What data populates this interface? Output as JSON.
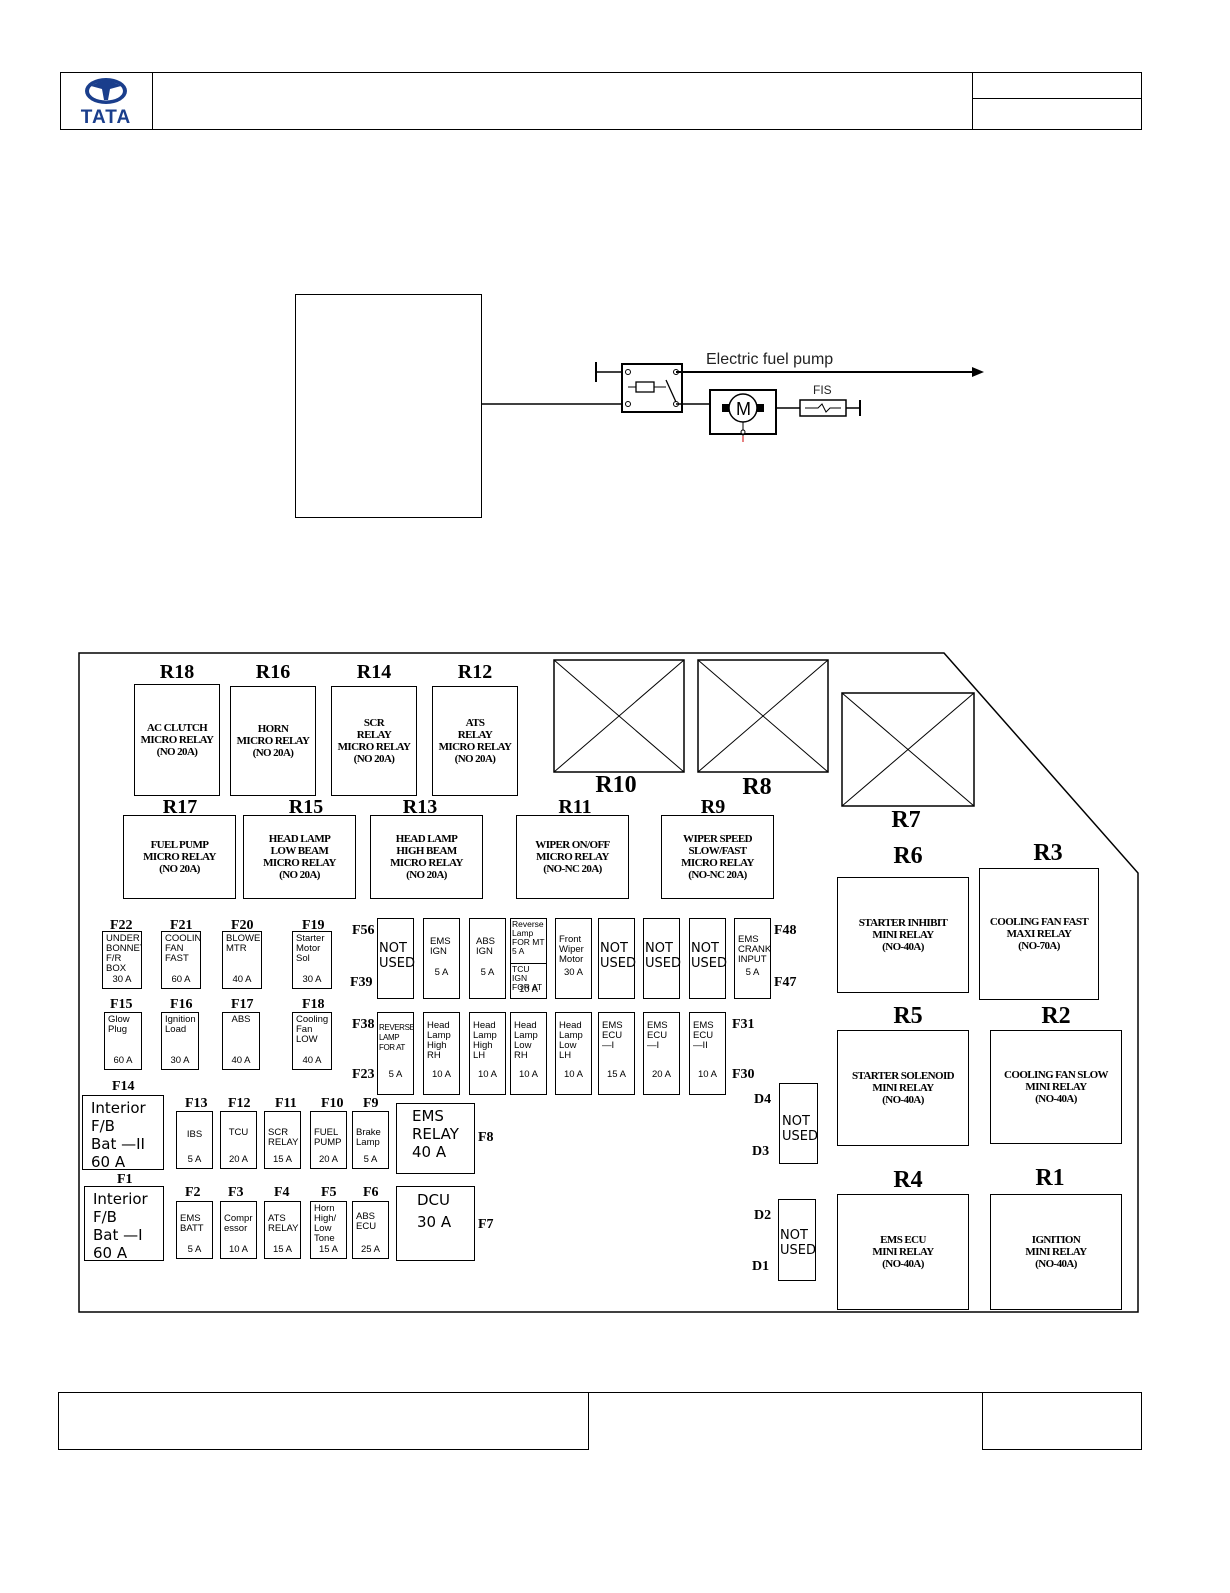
{
  "header": {
    "logo_text": "TATA"
  },
  "circuit": {
    "label_pump": "Electric fuel pump",
    "label_fuse": "FIS",
    "motor_symbol": "M"
  },
  "relays": {
    "R18": {
      "id": "R18",
      "desc": "AC CLUTCH\nMICRO RELAY\n(NO 20A)"
    },
    "R16": {
      "id": "R16",
      "desc": "HORN\nMICRO RELAY\n(NO 20A)"
    },
    "R14": {
      "id": "R14",
      "desc": "SCR\nRELAY\nMICRO RELAY\n(NO 20A)"
    },
    "R12": {
      "id": "R12",
      "desc": "ATS\nRELAY\nMICRO RELAY\n(NO 20A)"
    },
    "R17": {
      "id": "R17",
      "desc": "FUEL PUMP\nMICRO RELAY\n(NO 20A)"
    },
    "R15": {
      "id": "R15",
      "desc": "HEAD LAMP\nLOW BEAM\nMICRO RELAY\n(NO 20A)"
    },
    "R13": {
      "id": "R13",
      "desc": "HEAD LAMP\nHIGH BEAM\nMICRO RELAY\n(NO 20A)"
    },
    "R11": {
      "id": "R11",
      "desc": "WIPER ON/OFF\nMICRO RELAY\n(NO-NC 20A)"
    },
    "R9": {
      "id": "R9",
      "desc": "WIPER SPEED\nSLOW/FAST\nMICRO RELAY\n(NO-NC 20A)"
    },
    "R10": {
      "id": "R10"
    },
    "R8": {
      "id": "R8"
    },
    "R7": {
      "id": "R7"
    },
    "R6": {
      "id": "R6",
      "desc": "STARTER INHIBIT\nMINI RELAY\n(NO-40A)"
    },
    "R3": {
      "id": "R3",
      "desc": "COOLING FAN FAST\nMAXI RELAY\n(NO-70A)"
    },
    "R5": {
      "id": "R5",
      "desc": "STARTER SOLENOID\nMINI RELAY\n(NO-40A)"
    },
    "R2": {
      "id": "R2",
      "desc": "COOLING FAN SLOW\nMINI RELAY\n(NO-40A)"
    },
    "R4": {
      "id": "R4",
      "desc": "EMS ECU\nMINI RELAY\n(NO-40A)"
    },
    "R1": {
      "id": "R1",
      "desc": "IGNITION\nMINI RELAY\n(NO-40A)"
    }
  },
  "fuses_left": {
    "F22": {
      "id": "F22",
      "desc": "UNDER\nBONNET\nF/R\nBOX",
      "amp": "30 A"
    },
    "F21": {
      "id": "F21",
      "desc": "COOLING\nFAN\nFAST",
      "amp": "60 A"
    },
    "F20": {
      "id": "F20",
      "desc": "BLOWER\nMTR",
      "amp": "40 A"
    },
    "F19": {
      "id": "F19",
      "desc": "Starter\nMotor\nSol",
      "amp": "30 A"
    },
    "F15": {
      "id": "F15",
      "desc": "Glow\nPlug",
      "amp": "60 A"
    },
    "F16": {
      "id": "F16",
      "desc": "Ignition\nLoad",
      "amp": "30 A"
    },
    "F17": {
      "id": "F17",
      "desc": "ABS",
      "amp": "40 A"
    },
    "F18": {
      "id": "F18",
      "desc": "Cooling\nFan\nLOW",
      "amp": "40 A"
    }
  },
  "fuses_small": {
    "F13": {
      "id": "F13",
      "desc": "IBS",
      "amp": "5 A"
    },
    "F12": {
      "id": "F12",
      "desc": "TCU",
      "amp": "20 A"
    },
    "F11": {
      "id": "F11",
      "desc": "SCR\nRELAY",
      "amp": "15 A"
    },
    "F10": {
      "id": "F10",
      "desc": "FUEL\nPUMP",
      "amp": "20 A"
    },
    "F9": {
      "id": "F9",
      "desc": "Brake\nLamp",
      "amp": "5 A"
    },
    "F2": {
      "id": "F2",
      "desc": "EMS\nBATT",
      "amp": "5 A"
    },
    "F3": {
      "id": "F3",
      "desc": "Compr\nessor",
      "amp": "10 A"
    },
    "F4": {
      "id": "F4",
      "desc": "ATS\nRELAY",
      "amp": "15 A"
    },
    "F5": {
      "id": "F5",
      "desc": "Horn\nHigh/\nLow\nTone",
      "amp": "15 A"
    },
    "F6": {
      "id": "F6",
      "desc": "ABS\nECU",
      "amp": "25 A"
    }
  },
  "fuses_big": {
    "F14": {
      "id": "F14",
      "desc": "Interior\nF/B\nBat  —II\n  60  A"
    },
    "F1": {
      "id": "F1",
      "desc": "Interior\nF/B\nBat  —I\n  60  A"
    },
    "F8": {
      "id": "F8",
      "desc": "EMS\nRELAY\n 40  A"
    },
    "F7": {
      "id": "F7",
      "desc": "DCU\n\n30  A"
    }
  },
  "fuses_top_row": {
    "row_labels": {
      "a": "F56",
      "b": "F39",
      "c": "F48",
      "d": "F47"
    },
    "cells": [
      {
        "desc": "NOT\nUSED",
        "amp": ""
      },
      {
        "desc": "EMS\nIGN",
        "amp": "5 A"
      },
      {
        "desc": "ABS\nIGN",
        "amp": "5 A"
      },
      {
        "desc": "Reverse\nLamp\nFOR  MT\n 5  A",
        "desc2": "TCU  IGN\nFOR  AT",
        "amp": "10 A"
      },
      {
        "desc": "Front\nWiper\nMotor",
        "amp": "30 A"
      },
      {
        "desc": "NOT\nUSED",
        "amp": ""
      },
      {
        "desc": "NOT\nUSED",
        "amp": ""
      },
      {
        "desc": "NOT\nUSED",
        "amp": ""
      },
      {
        "desc": "EMS\nCRANK\nINPUT",
        "amp": "5 A"
      }
    ]
  },
  "fuses_bottom_row": {
    "row_labels": {
      "a": "F38",
      "b": "F23",
      "c": "F31",
      "d": "F30"
    },
    "cells": [
      {
        "desc": "REVERSE\nLAMP\nFOR  AT",
        "amp": "5 A"
      },
      {
        "desc": "Head\nLamp\nHigh\nRH",
        "amp": "10 A"
      },
      {
        "desc": "Head\nLamp\nHigh\nLH",
        "amp": "10 A"
      },
      {
        "desc": "Head\nLamp\nLow\nRH",
        "amp": "10 A"
      },
      {
        "desc": "Head\nLamp\nLow\nLH",
        "amp": "10 A"
      },
      {
        "desc": "EMS\nECU—I",
        "amp": "15 A"
      },
      {
        "desc": "EMS\nECU—I",
        "amp": "20 A"
      },
      {
        "desc": "EMS\nECU—II",
        "amp": "10 A"
      }
    ]
  },
  "diodes": {
    "D4": "D4",
    "D3": "D3",
    "D2": "D2",
    "D1": "D1",
    "upper": "NOT\nUSED",
    "lower": "NOT\nUSED"
  }
}
